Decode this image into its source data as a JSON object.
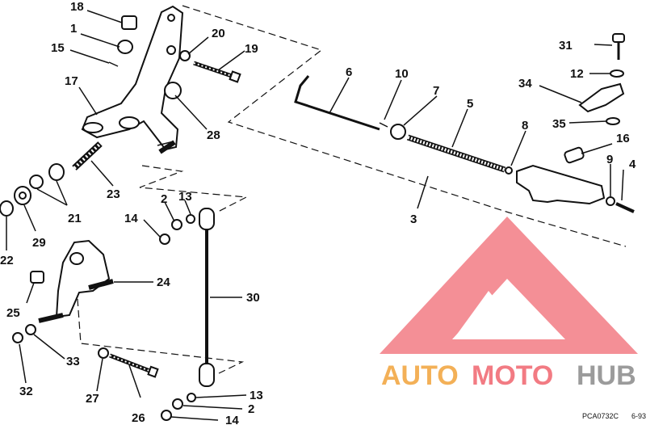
{
  "diagram": {
    "callouts": [
      "1",
      "2",
      "3",
      "4",
      "5",
      "6",
      "7",
      "8",
      "9",
      "10",
      "12",
      "13",
      "14",
      "15",
      "16",
      "17",
      "18",
      "19",
      "20",
      "21",
      "22",
      "23",
      "24",
      "25",
      "26",
      "27",
      "28",
      "29",
      "30",
      "31",
      "32",
      "33",
      "34",
      "35"
    ],
    "label_2b": "2",
    "label_13b": "13",
    "label_14b": "14",
    "figure_code": "PCA0732C",
    "figure_date": "6-93"
  },
  "watermark": {
    "part1": "AUTO",
    "part2": "MOTO",
    "part3": "HUB",
    "colors": {
      "triangle": "#f0646e",
      "auto": "#f2a33a",
      "moto": "#f0646e",
      "hub": "#8a8a8a"
    }
  }
}
